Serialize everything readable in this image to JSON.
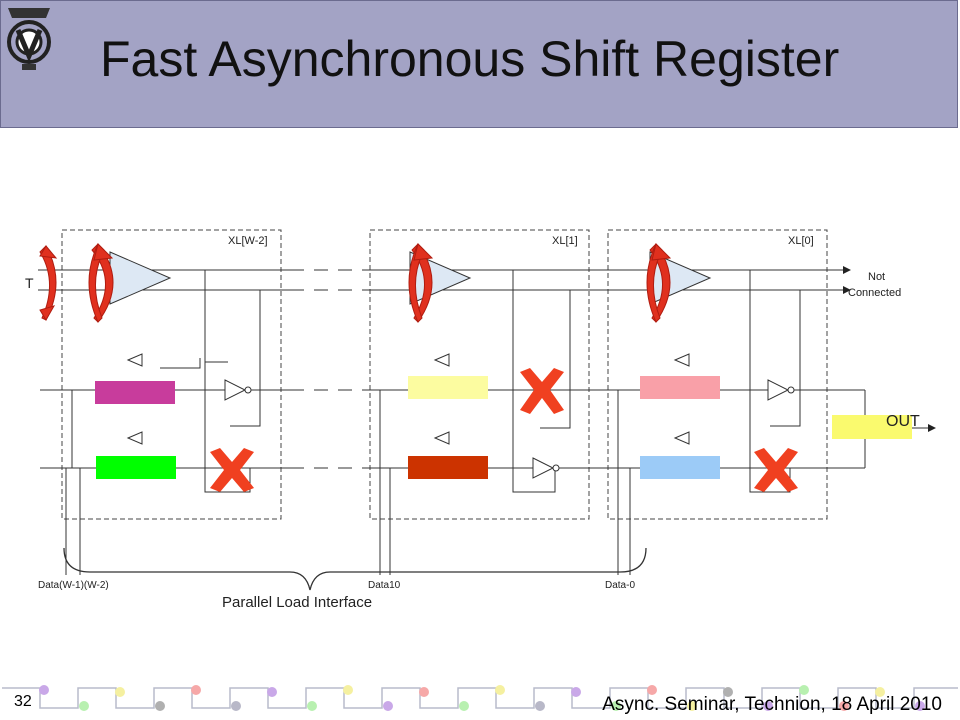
{
  "slide": {
    "title": "Fast Asynchronous Shift Register",
    "number": "32",
    "footer": "Async. Seminar, Technion, 18 April 2010"
  },
  "diagram": {
    "blocks": [
      {
        "label": "XL[W-2]"
      },
      {
        "label": "XL[1]"
      },
      {
        "label": "XL[0]"
      }
    ],
    "input_label": "T",
    "not_connected_label": "Not Connected",
    "not_connected_lines": [
      "Not",
      "Connected"
    ],
    "output_label": "OUT",
    "data_labels": [
      "Data(W-1)(W-2)",
      "Data10",
      "Data-0"
    ],
    "bus_label": "Parallel Load Interface",
    "colors": {
      "header": "#a3a3c5",
      "arrow": "#e0301e",
      "cross": "#f04020",
      "box_magenta": "#c83c9c",
      "box_green": "#00ff00",
      "box_light_yellow": "#fcfca0",
      "box_rust": "#cc3300",
      "box_pink": "#f9a0a8",
      "box_light_blue": "#9ccbf7",
      "box_yellow": "#fafa6e"
    }
  }
}
